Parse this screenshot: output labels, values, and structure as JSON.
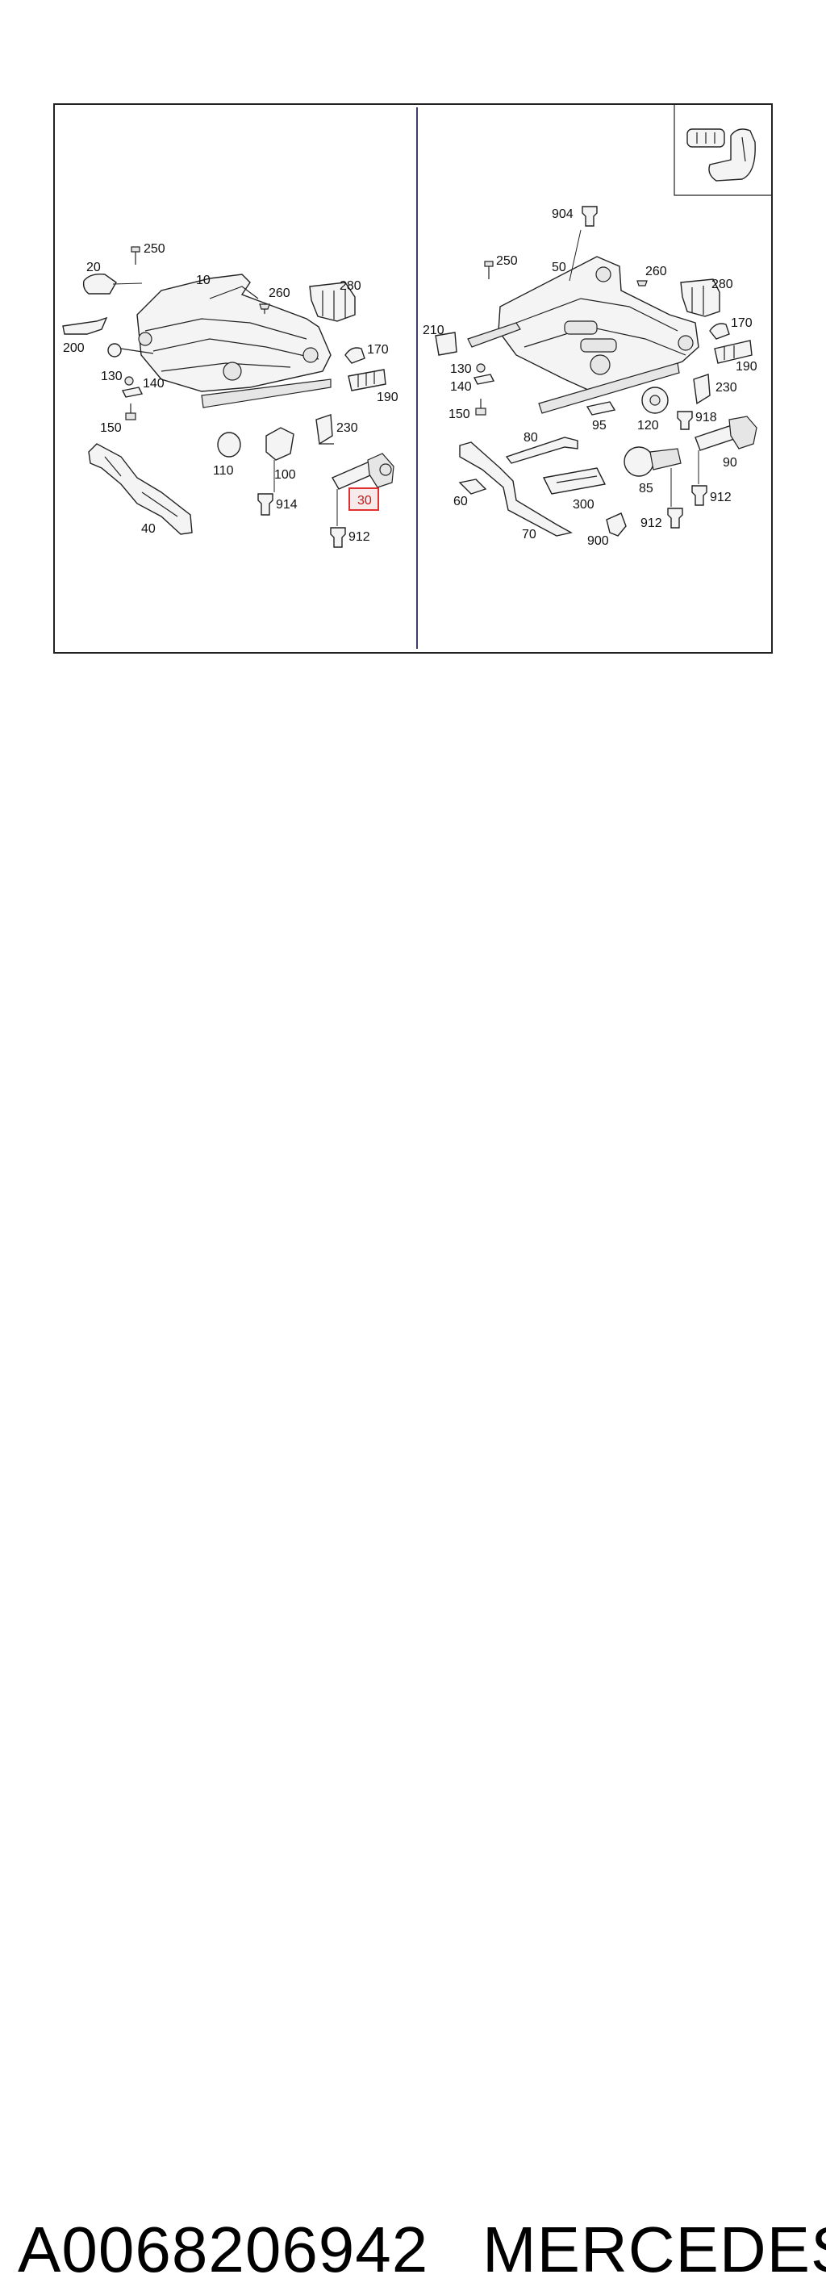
{
  "diagram": {
    "left_panel_labels": [
      "250",
      "20",
      "10",
      "260",
      "280",
      "200",
      "170",
      "130",
      "140",
      "190",
      "150",
      "230",
      "110",
      "100",
      "914",
      "30",
      "912",
      "40"
    ],
    "right_panel_labels": [
      "904",
      "250",
      "50",
      "260",
      "280",
      "210",
      "170",
      "190",
      "130",
      "140",
      "230",
      "150",
      "918",
      "95",
      "120",
      "80",
      "90",
      "60",
      "300",
      "85",
      "912",
      "912",
      "70",
      "900"
    ],
    "highlighted_label": "30",
    "highlight_color": "#e0302f"
  },
  "caption": {
    "part_number": "A0068206942",
    "brand": "MERCEDES"
  }
}
